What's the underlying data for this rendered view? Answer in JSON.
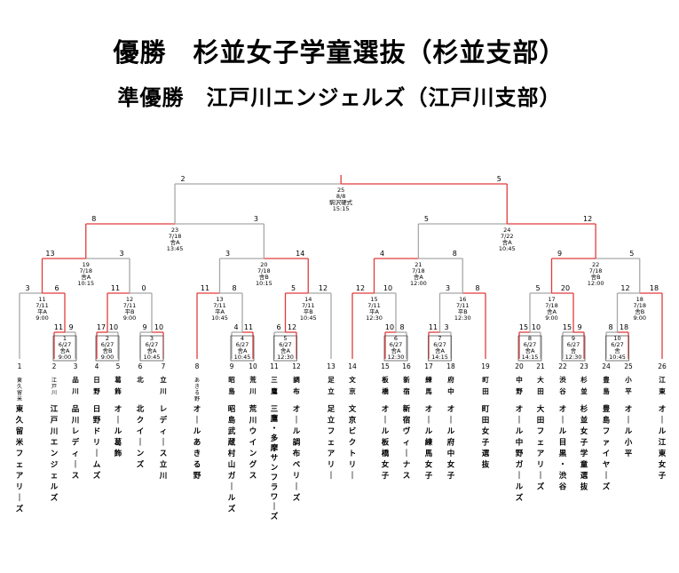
{
  "title_winner": "優勝　杉並女子学童選抜（杉並支部）",
  "title_runner_up": "準優勝　江戸川エンジェルズ（江戸川支部）",
  "colors": {
    "win": "#e23b3b",
    "loss": "#a8a8a8"
  },
  "teams": [
    {
      "no": "1",
      "branch": "東久留米",
      "name": "東久留米フェアリーズ"
    },
    {
      "no": "2",
      "branch": "江戸川",
      "name": "江戸川エンジェルズ"
    },
    {
      "no": "3",
      "branch": "品川",
      "name": "品川レディース"
    },
    {
      "no": "4",
      "branch": "日野",
      "name": "日野ドリームズ"
    },
    {
      "no": "5",
      "branch": "葛飾",
      "name": "オール葛飾"
    },
    {
      "no": "6",
      "branch": "北",
      "name": "北クイーンズ"
    },
    {
      "no": "7",
      "branch": "立川",
      "name": "レディース立川"
    },
    {
      "no": "8",
      "branch": "あきる野",
      "name": "オールあきる野"
    },
    {
      "no": "9",
      "branch": "昭島",
      "name": "昭島武蔵村山ガールズ"
    },
    {
      "no": "10",
      "branch": "荒川",
      "name": "荒川ウイングス"
    },
    {
      "no": "11",
      "branch": "三鷹",
      "name": "三鷹・多摩サンフラワーズ"
    },
    {
      "no": "12",
      "branch": "調布",
      "name": "オール調布ベリーズ"
    },
    {
      "no": "13",
      "branch": "足立",
      "name": "足立フェアリー"
    },
    {
      "no": "14",
      "branch": "文京",
      "name": "文京ビクトリー"
    },
    {
      "no": "15",
      "branch": "板橋",
      "name": "オール板橋女子"
    },
    {
      "no": "16",
      "branch": "新宿",
      "name": "新宿ヴィーナス"
    },
    {
      "no": "17",
      "branch": "練馬",
      "name": "オール練馬女子"
    },
    {
      "no": "18",
      "branch": "府中",
      "name": "オール府中女子"
    },
    {
      "no": "19",
      "branch": "町田",
      "name": "町田女子選抜"
    },
    {
      "no": "20",
      "branch": "中野",
      "name": "オール中野ガールズ"
    },
    {
      "no": "21",
      "branch": "大田",
      "name": "大田フェアリーズ"
    },
    {
      "no": "22",
      "branch": "渋谷",
      "name": "オール目黒・渋谷"
    },
    {
      "no": "23",
      "branch": "杉並",
      "name": "杉並女子学童選抜"
    },
    {
      "no": "24",
      "branch": "豊島",
      "name": "豊島ファイヤーズ"
    },
    {
      "no": "25",
      "branch": "小平",
      "name": "オール小平"
    },
    {
      "no": "26",
      "branch": "江東",
      "name": "オール江東女子"
    }
  ],
  "matches": [
    {
      "id": "m1",
      "no": "1",
      "date": "6/27",
      "venue": "舎A",
      "time": "9:00",
      "score_left": "11",
      "score_right": "9"
    },
    {
      "id": "m2",
      "no": "2",
      "date": "6/27",
      "venue": "舎B",
      "time": "9:00",
      "score_left": "17",
      "score_right": "10"
    },
    {
      "id": "m3",
      "no": "3",
      "date": "6/27",
      "venue": "舎A",
      "time": "10:45",
      "score_left": "9",
      "score_right": "10"
    },
    {
      "id": "m4",
      "no": "4",
      "date": "6/27",
      "venue": "舎A",
      "time": "10:45",
      "score_left": "4",
      "score_right": "11"
    },
    {
      "id": "m5",
      "no": "5",
      "date": "6/27",
      "venue": "舎A",
      "time": "12:30",
      "score_left": "6",
      "score_right": "12"
    },
    {
      "id": "m6",
      "no": "6",
      "date": "6/27",
      "venue": "舎A",
      "time": "12:30",
      "score_left": "10",
      "score_right": "8"
    },
    {
      "id": "m7",
      "no": "7",
      "date": "6/27",
      "venue": "舎A",
      "time": "14:15",
      "score_left": "11",
      "score_right": "3"
    },
    {
      "id": "m8",
      "no": "8",
      "date": "6/27",
      "venue": "舎A",
      "time": "14:15",
      "score_left": "15",
      "score_right": "10"
    },
    {
      "id": "m9",
      "no": "9",
      "date": "6/27",
      "venue": "舎",
      "time": "12:30",
      "score_left": "15",
      "score_right": "9"
    },
    {
      "id": "m10",
      "no": "10",
      "date": "6/27",
      "venue": "舎",
      "time": "10:45",
      "score_left": "8",
      "score_right": "18"
    },
    {
      "id": "m11",
      "no": "11",
      "date": "7/11",
      "venue": "平A",
      "time": "9:00",
      "score_left": "3",
      "score_right": "6"
    },
    {
      "id": "m12",
      "no": "12",
      "date": "7/11",
      "venue": "平B",
      "time": "9:00",
      "score_left": "11",
      "score_right": "0"
    },
    {
      "id": "m13",
      "no": "13",
      "date": "7/11",
      "venue": "平A",
      "time": "10:45",
      "score_left": "11",
      "score_right": "8"
    },
    {
      "id": "m14",
      "no": "14",
      "date": "7/11",
      "venue": "平B",
      "time": "10:45",
      "score_left": "5",
      "score_right": "12"
    },
    {
      "id": "m15",
      "no": "15",
      "date": "7/11",
      "venue": "平A",
      "time": "12:30",
      "score_left": "12",
      "score_right": "10"
    },
    {
      "id": "m16",
      "no": "16",
      "date": "7/11",
      "venue": "平B",
      "time": "12:30",
      "score_left": "3",
      "score_right": "8"
    },
    {
      "id": "m17",
      "no": "17",
      "date": "7/18",
      "venue": "舎A",
      "time": "9:00",
      "score_left": "5",
      "score_right": "20"
    },
    {
      "id": "m18",
      "no": "18",
      "date": "7/18",
      "venue": "舎B",
      "time": "9:00",
      "score_left": "12",
      "score_right": "18"
    },
    {
      "id": "m19",
      "no": "19",
      "date": "7/18",
      "venue": "舎A",
      "time": "10:15",
      "score_left": "13",
      "score_right": "3"
    },
    {
      "id": "m20",
      "no": "20",
      "date": "7/18",
      "venue": "舎B",
      "time": "10:15",
      "score_left": "3",
      "score_right": "14"
    },
    {
      "id": "m21",
      "no": "21",
      "date": "7/18",
      "venue": "舎A",
      "time": "12:00",
      "score_left": "4",
      "score_right": "8"
    },
    {
      "id": "m22",
      "no": "22",
      "date": "7/18",
      "venue": "舎B",
      "time": "12:00",
      "score_left": "9",
      "score_right": "5"
    },
    {
      "id": "m23",
      "no": "23",
      "date": "7/18",
      "venue": "舎A",
      "time": "13:45",
      "score_left": "8",
      "score_right": "3"
    },
    {
      "id": "m24",
      "no": "24",
      "date": "7/22",
      "venue": "舎A",
      "time": "10:45",
      "score_left": "5",
      "score_right": "12"
    },
    {
      "id": "m25",
      "no": "25",
      "date": "8/8",
      "venue": "駒沢硬式",
      "time": "15:15",
      "score_left": "2",
      "score_right": "5"
    }
  ]
}
